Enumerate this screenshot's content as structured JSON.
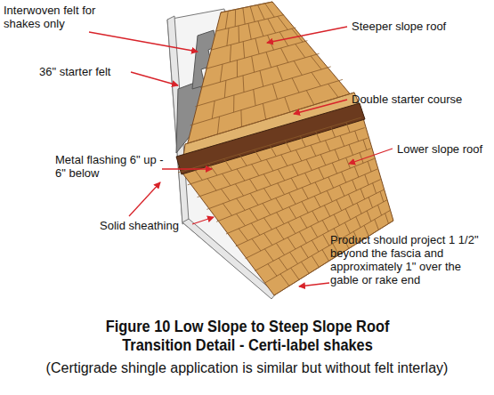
{
  "diagram": {
    "title": "Figure 10 Low Slope to Steep Slope Roof Transition Detail - Certi-label shakes",
    "caption": "(Certigrade shingle application is similar but without felt interlay)",
    "labels": [
      "Interwoven felt for shakes only",
      "Steeper slope roof",
      "36\" starter felt",
      "Double starter course",
      "Lower slope roof",
      "Metal flashing 6\" up - 6\" below",
      "Solid sheathing",
      "Product should project 1 1/2\" beyond the fascia and approximately 1\" over the gable or rake end"
    ]
  }
}
